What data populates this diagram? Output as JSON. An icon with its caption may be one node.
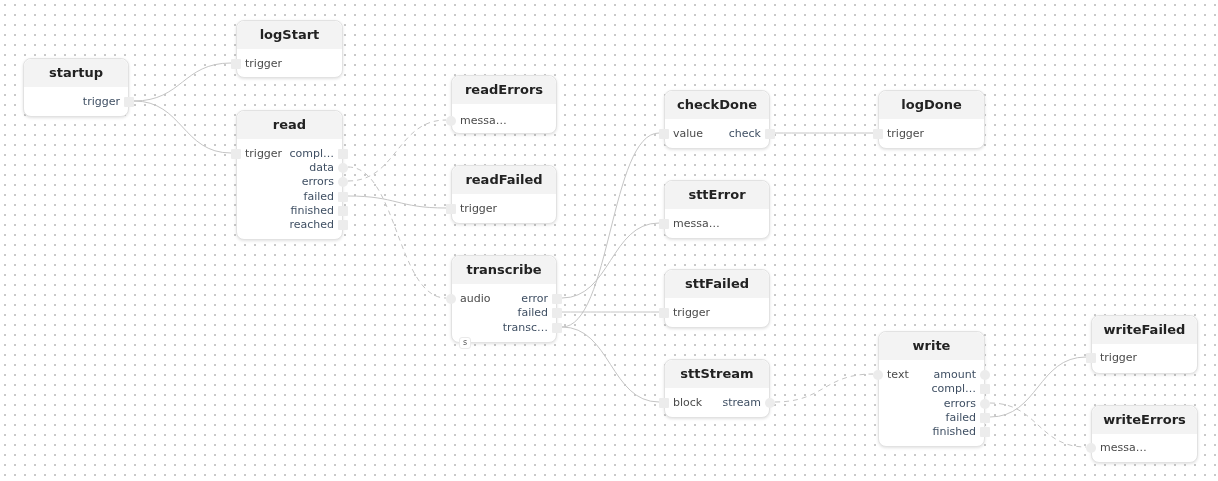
{
  "diagram": {
    "nodes": [
      {
        "text": [
          "startup"
        ]
      },
      {
        "text": [
          "trigger"
        ],
        "in": 0
      },
      {
        "text": [
          "logStart"
        ]
      },
      {
        "text": [
          "trigger"
        ],
        "in": 2
      },
      {
        "text": [
          "read"
        ]
      },
      {
        "text": [
          "trigger"
        ],
        "in": 4
      },
      {
        "text": [
          "compl…"
        ],
        "in": 4
      },
      {
        "text": [
          "data"
        ],
        "in": 4
      },
      {
        "text": [
          "errors"
        ],
        "in": 4
      },
      {
        "text": [
          "failed"
        ],
        "in": 4
      },
      {
        "text": [
          "finished"
        ],
        "in": 4
      },
      {
        "text": [
          "reached"
        ],
        "in": 4
      },
      {
        "text": [
          "readErrors"
        ]
      },
      {
        "text": [
          "messa…"
        ],
        "in": 12
      },
      {
        "text": [
          "readFailed"
        ]
      },
      {
        "text": [
          "trigger"
        ],
        "in": 14
      },
      {
        "text": [
          "transcribe"
        ]
      },
      {
        "text": [
          "audio"
        ],
        "in": 16
      },
      {
        "text": [
          "error"
        ],
        "in": 16
      },
      {
        "text": [
          "failed"
        ],
        "in": 16
      },
      {
        "text": [
          "transc…"
        ],
        "in": 16
      },
      {
        "text": [
          "s"
        ],
        "in": 16
      },
      {
        "text": [
          "checkDone"
        ]
      },
      {
        "text": [
          "value"
        ],
        "in": 22
      },
      {
        "text": [
          "check"
        ],
        "in": 22
      },
      {
        "text": [
          "sttError"
        ]
      },
      {
        "text": [
          "messa…"
        ],
        "in": 25
      },
      {
        "text": [
          "sttFailed"
        ]
      },
      {
        "text": [
          "trigger"
        ],
        "in": 27
      },
      {
        "text": [
          "sttStream"
        ]
      },
      {
        "text": [
          "block"
        ],
        "in": 29
      },
      {
        "text": [
          "stream"
        ],
        "in": 29
      },
      {
        "text": [
          "logDone"
        ]
      },
      {
        "text": [
          "trigger"
        ],
        "in": 32
      },
      {
        "text": [
          "write"
        ]
      },
      {
        "text": [
          "text"
        ],
        "in": 34
      },
      {
        "text": [
          "amount"
        ],
        "in": 34
      },
      {
        "text": [
          "compl…"
        ],
        "in": 34
      },
      {
        "text": [
          "errors"
        ],
        "in": 34
      },
      {
        "text": [
          "failed"
        ],
        "in": 34
      },
      {
        "text": [
          "finished"
        ],
        "in": 34
      },
      {
        "text": [
          "writeFailed"
        ]
      },
      {
        "text": [
          "trigger"
        ],
        "in": 41
      },
      {
        "text": [
          "writeErrors"
        ]
      },
      {
        "text": [
          "messa…"
        ],
        "in": 43
      }
    ],
    "edges": [
      {
        "from": 1,
        "to": 3,
        "arrow": "none"
      },
      {
        "from": 1,
        "to": 5,
        "arrow": "none"
      },
      {
        "from": 8,
        "to": 13,
        "arrow": "none",
        "style": "dashed"
      },
      {
        "from": 7,
        "to": 17,
        "arrow": "none",
        "style": "dashed"
      },
      {
        "from": 9,
        "to": 15,
        "arrow": "none"
      },
      {
        "from": 18,
        "to": 26,
        "arrow": "none"
      },
      {
        "from": 19,
        "to": 28,
        "arrow": "none"
      },
      {
        "from": 20,
        "to": 23,
        "arrow": "none"
      },
      {
        "from": 20,
        "to": 30,
        "arrow": "none"
      },
      {
        "from": 24,
        "to": 33,
        "arrow": "none"
      },
      {
        "from": 31,
        "to": 35,
        "arrow": "none",
        "style": "dashed"
      },
      {
        "from": 39,
        "to": 42,
        "arrow": "none"
      },
      {
        "from": 38,
        "to": 44,
        "arrow": "none",
        "style": "dashed"
      }
    ]
  }
}
